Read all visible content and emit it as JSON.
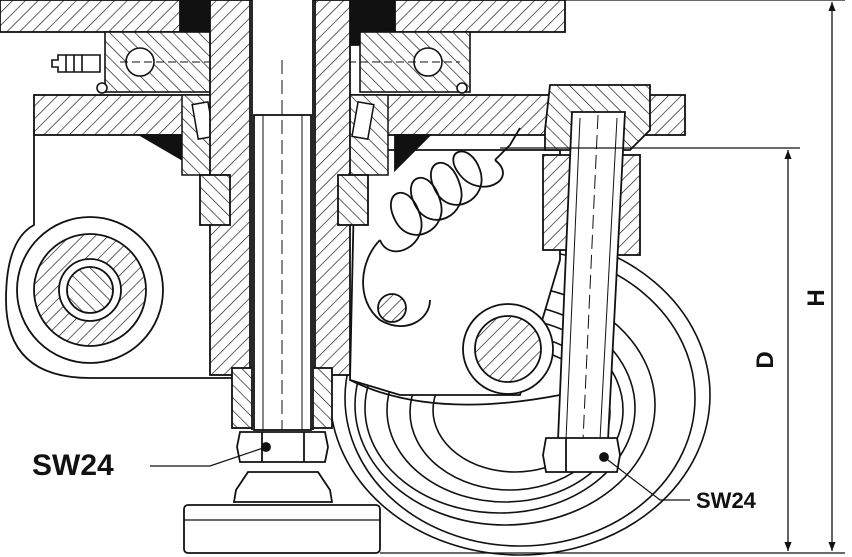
{
  "labels": {
    "wrench_left": "SW24",
    "wrench_right": "SW24",
    "dim_d": "D",
    "dim_h": "H"
  },
  "colors": {
    "ink": "#111111",
    "paper": "#ffffff"
  }
}
